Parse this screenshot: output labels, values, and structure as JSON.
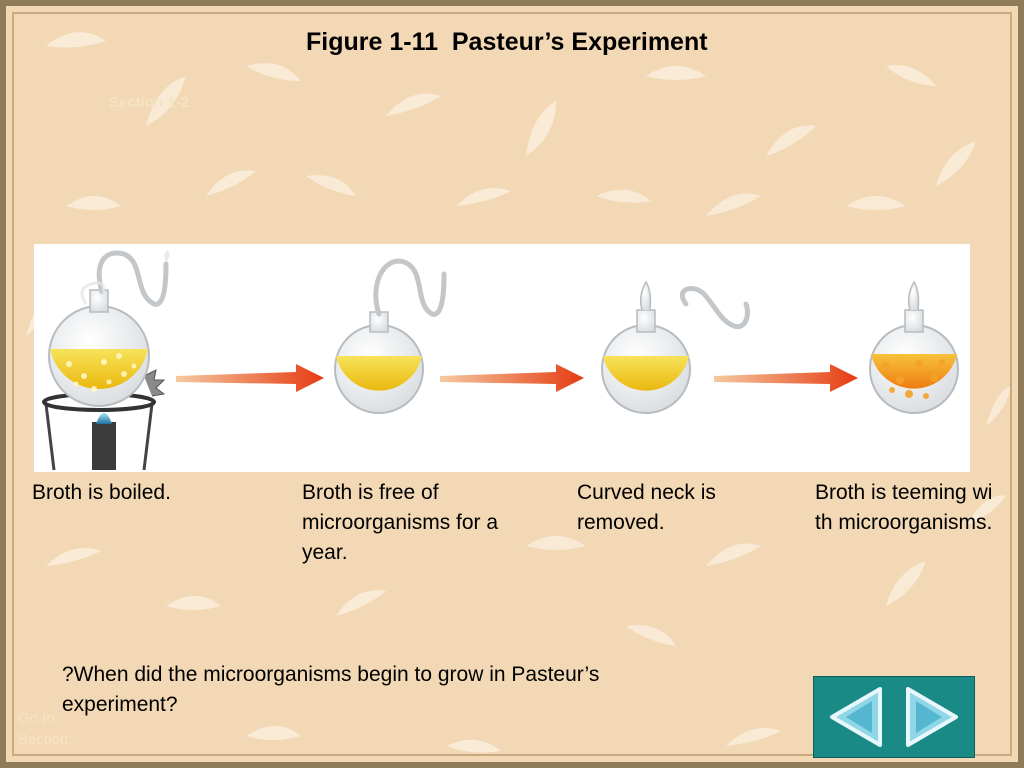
{
  "slide": {
    "title": "Figure 1-11  Pasteur’s Experiment",
    "section_label": "Section 1-2"
  },
  "captions": [
    {
      "text": "Broth is boiled."
    },
    {
      "text": "Broth is free of microorganisms for a year."
    },
    {
      "text": "Curved neck is removed."
    },
    {
      "text": "Broth is teeming with microorganisms."
    }
  ],
  "question": "?When did the microorganisms begin to grow in Pasteur’s experiment?",
  "navigation": {
    "goto_label": "Go to Section:",
    "back_icon": "left-arrow-icon",
    "forward_icon": "right-arrow-icon"
  },
  "colors": {
    "background": "#f2d8b4",
    "broth_clear": "#f0c91c",
    "broth_contaminated": "#f08a1a",
    "arrow": "#e8451a",
    "nav_panel": "#1a8a86"
  }
}
